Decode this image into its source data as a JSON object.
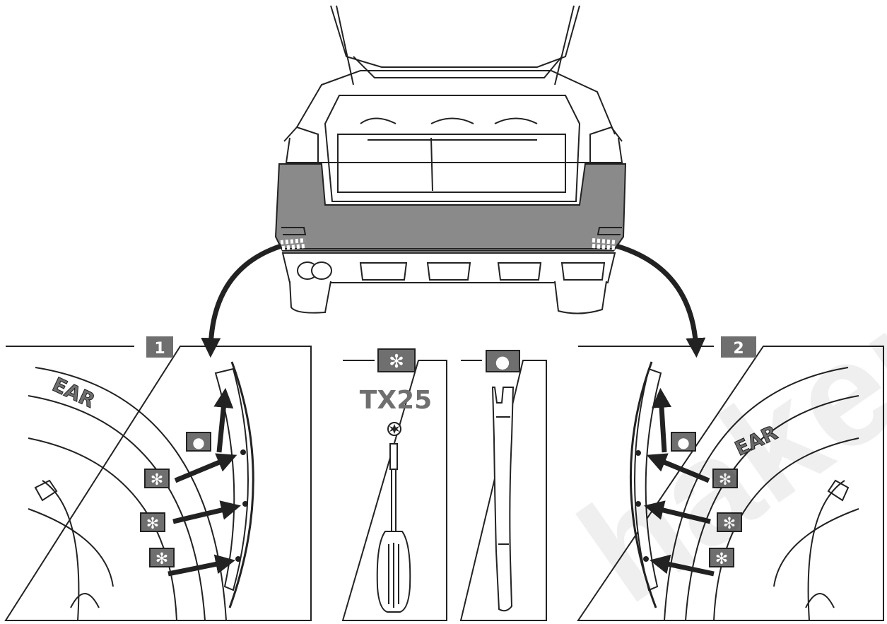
{
  "panels": {
    "left": {
      "step_label": "1"
    },
    "right": {
      "step_label": "2"
    },
    "tool_torx": {
      "symbol": "✻",
      "text": "TX25"
    },
    "tool_trim": {
      "symbol": "●"
    }
  },
  "legend_symbols": {
    "torx": "✻",
    "trim": "●"
  },
  "tire_text_left": "EAR",
  "tire_text_right": "EAR",
  "watermark": "haken",
  "colors": {
    "bumper_highlight": "#8a8a8a",
    "label_box": "#6f6f6f",
    "line": "#222222"
  }
}
